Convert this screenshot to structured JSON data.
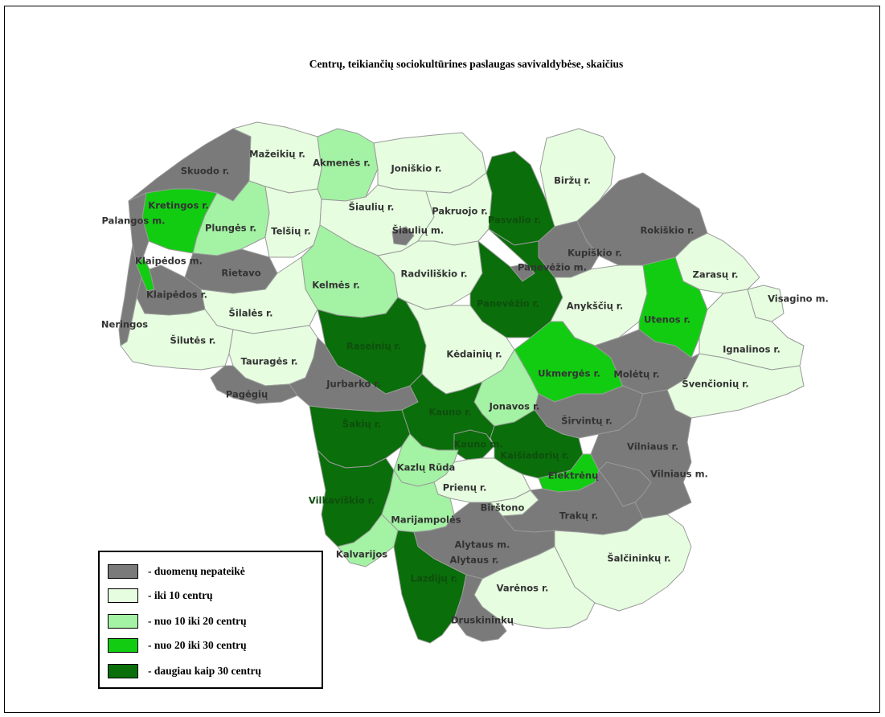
{
  "title": "Centrų, teikiančių sociokultūrines paslaugas savivaldybėse, skaičius",
  "colors": {
    "nodata": "#7a7a7a",
    "c1": "#e6fde0",
    "c2": "#a4f2a4",
    "c3": "#12cc12",
    "c4": "#0a6e0a",
    "label_dark": "#333333",
    "label_on_dark": "#0e4e0e"
  },
  "legend": [
    {
      "key": "nodata",
      "label": "- duomenų nepateikė"
    },
    {
      "key": "c1",
      "label": "- iki 10 centrų"
    },
    {
      "key": "c2",
      "label": "- nuo 10 iki 20 centrų"
    },
    {
      "key": "c3",
      "label": "- nuo 20 iki 30 centrų"
    },
    {
      "key": "c4",
      "label": "- daugiau kaip 30 centrų"
    }
  ],
  "municipalities": [
    {
      "name": "Skuodo r.",
      "cls": "nodata"
    },
    {
      "name": "Mažeikių r.",
      "cls": "c1"
    },
    {
      "name": "Akmenės r.",
      "cls": "c2"
    },
    {
      "name": "Joniškio r.",
      "cls": "c1"
    },
    {
      "name": "Biržų r.",
      "cls": "c1"
    },
    {
      "name": "Kretingos r.",
      "cls": "c3"
    },
    {
      "name": "Palangos m.",
      "cls": "nodata"
    },
    {
      "name": "Plungės r.",
      "cls": "c2"
    },
    {
      "name": "Telšių r.",
      "cls": "c1"
    },
    {
      "name": "Šiaulių r.",
      "cls": "c1"
    },
    {
      "name": "Šiaulių m.",
      "cls": "nodata"
    },
    {
      "name": "Pakruojo r.",
      "cls": "c1"
    },
    {
      "name": "Pasvalio r.",
      "cls": "c4"
    },
    {
      "name": "Rokiškio r.",
      "cls": "nodata"
    },
    {
      "name": "Kupiškio r.",
      "cls": "nodata"
    },
    {
      "name": "Klaipėdos m.",
      "cls": "c3"
    },
    {
      "name": "Rietavo",
      "cls": "nodata"
    },
    {
      "name": "Panevėžio m.",
      "cls": "nodata"
    },
    {
      "name": "Zarasų r.",
      "cls": "c1"
    },
    {
      "name": "Klaipėdos r.",
      "cls": "nodata"
    },
    {
      "name": "Kelmės r.",
      "cls": "c2"
    },
    {
      "name": "Radviliškio r.",
      "cls": "c1"
    },
    {
      "name": "Panevėžio r.",
      "cls": "c4"
    },
    {
      "name": "Anykščių r.",
      "cls": "c1"
    },
    {
      "name": "Utenos r.",
      "cls": "c3"
    },
    {
      "name": "Visagino m.",
      "cls": "c1"
    },
    {
      "name": "Neringos",
      "cls": "nodata"
    },
    {
      "name": "Šilalės r.",
      "cls": "c1"
    },
    {
      "name": "Šilutės r.",
      "cls": "c1"
    },
    {
      "name": "Raseinių r.",
      "cls": "c4"
    },
    {
      "name": "Ignalinos r.",
      "cls": "c1"
    },
    {
      "name": "Tauragės r.",
      "cls": "c1"
    },
    {
      "name": "Kėdainių r.",
      "cls": "c1"
    },
    {
      "name": "Ukmergės r.",
      "cls": "c3"
    },
    {
      "name": "Molėtų r.",
      "cls": "nodata"
    },
    {
      "name": "Švenčionių r.",
      "cls": "c1"
    },
    {
      "name": "Pagėgių",
      "cls": "nodata"
    },
    {
      "name": "Jurbarko r.",
      "cls": "nodata"
    },
    {
      "name": "Jonavos r.",
      "cls": "c2"
    },
    {
      "name": "Kauno r.",
      "cls": "c4"
    },
    {
      "name": "Šakių r.",
      "cls": "c4"
    },
    {
      "name": "Širvintų r.",
      "cls": "nodata"
    },
    {
      "name": "Kauno m.",
      "cls": "c4"
    },
    {
      "name": "Vilniaus r.",
      "cls": "nodata"
    },
    {
      "name": "Kaišiadorių r.",
      "cls": "c4"
    },
    {
      "name": "Kazlų Rūda",
      "cls": "c2"
    },
    {
      "name": "Elektrėnų",
      "cls": "c3"
    },
    {
      "name": "Vilniaus m.",
      "cls": "nodata"
    },
    {
      "name": "Prienų r.",
      "cls": "c1"
    },
    {
      "name": "Vilkaviškio r.",
      "cls": "c4"
    },
    {
      "name": "Birštono",
      "cls": "c1"
    },
    {
      "name": "Marijampolės",
      "cls": "c2"
    },
    {
      "name": "Trakų r.",
      "cls": "nodata"
    },
    {
      "name": "Alytaus m.",
      "cls": "nodata"
    },
    {
      "name": "Šalčininkų r.",
      "cls": "c1"
    },
    {
      "name": "Kalvarijos",
      "cls": "c2"
    },
    {
      "name": "Alytaus r.",
      "cls": "nodata"
    },
    {
      "name": "Lazdijų r.",
      "cls": "c4"
    },
    {
      "name": "Varėnos r.",
      "cls": "c1"
    },
    {
      "name": "Druskininkų",
      "cls": "nodata"
    }
  ]
}
